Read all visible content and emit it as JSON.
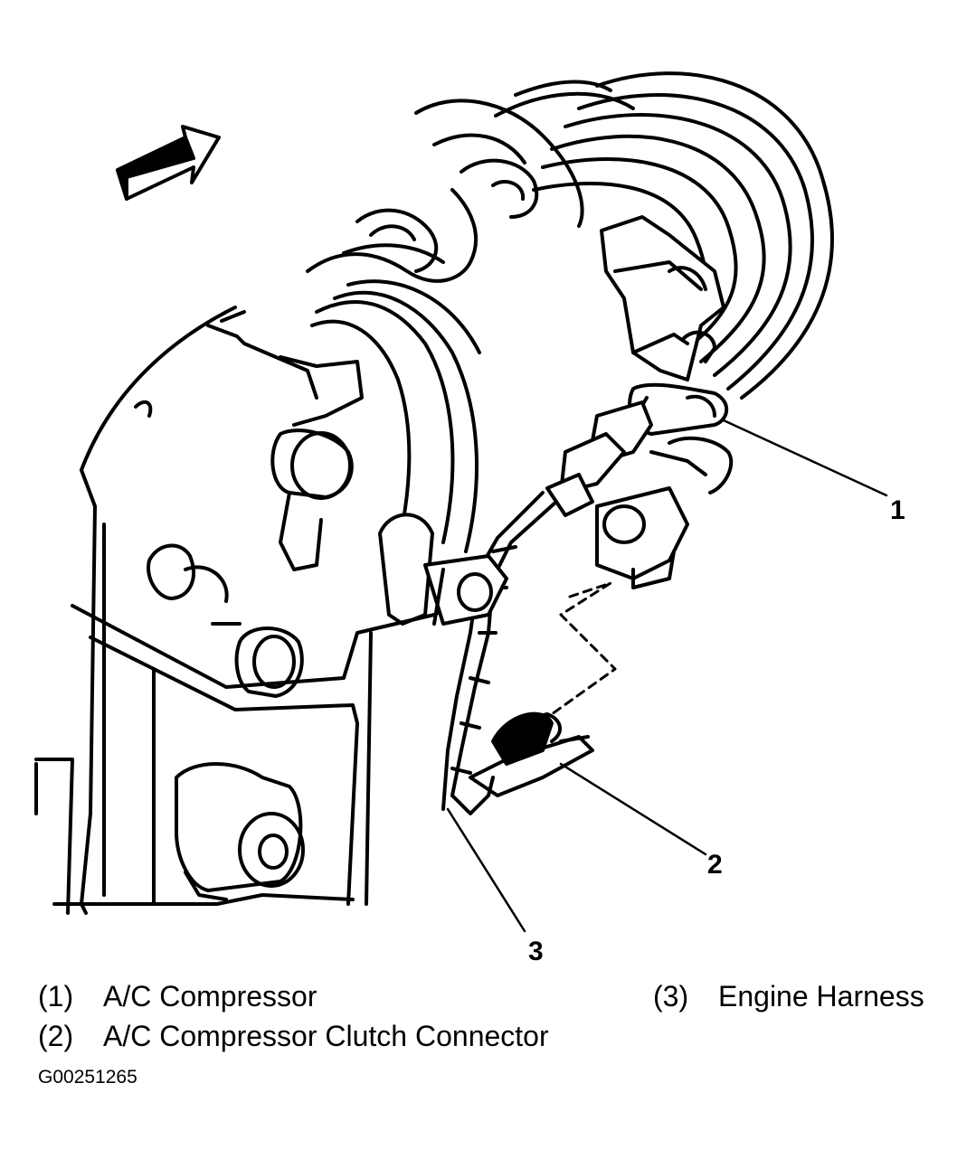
{
  "callouts": [
    {
      "num": "1"
    },
    {
      "num": "2"
    },
    {
      "num": "3"
    }
  ],
  "legend": [
    {
      "num": "(1)",
      "label": "A/C Compressor"
    },
    {
      "num": "(2)",
      "label": "A/C Compressor Clutch Connector"
    },
    {
      "num": "(3)",
      "label": "Engine Harness"
    }
  ],
  "figure_id": "G00251265",
  "icons": {
    "arrow": "direction-arrow-icon"
  }
}
